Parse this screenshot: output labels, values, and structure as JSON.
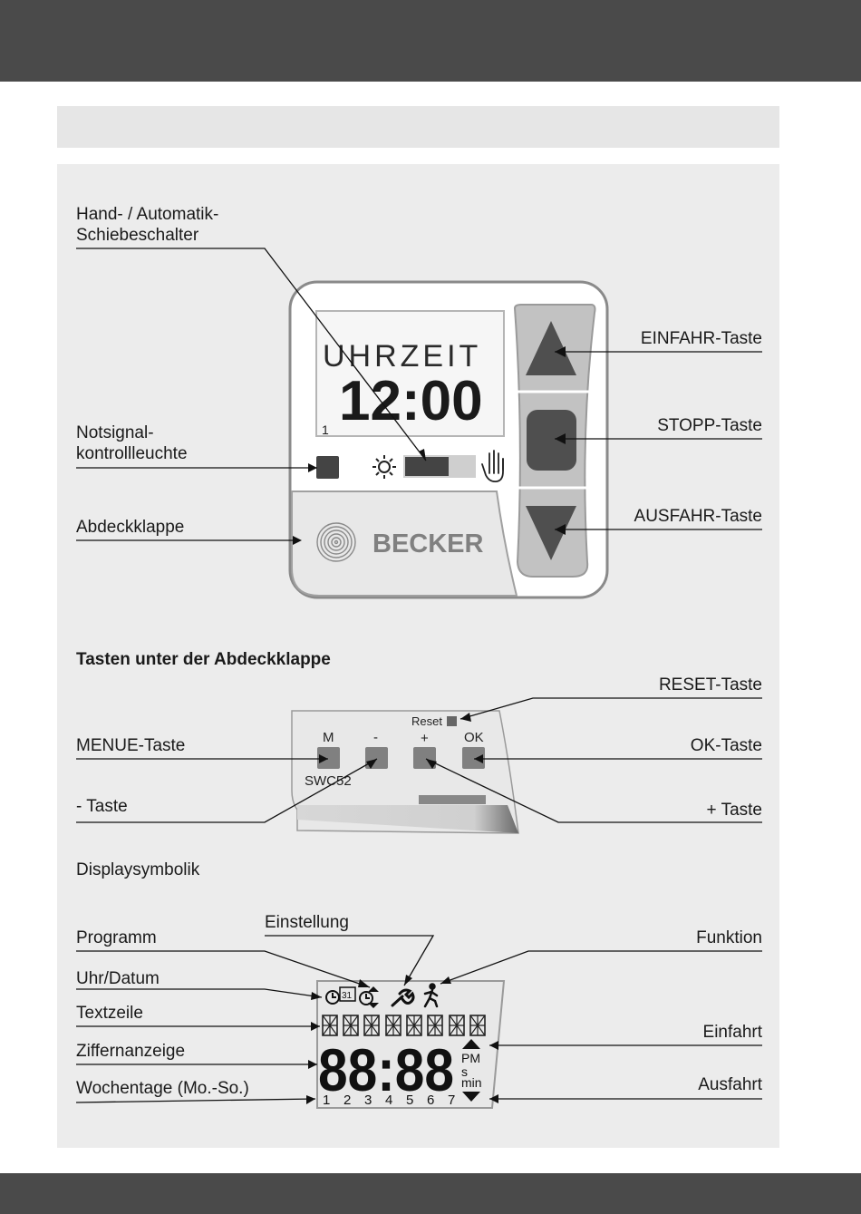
{
  "labels": {
    "hand_auto": "Hand- / Automatik-\nSchiebeschalter",
    "notsignal": "Notsignal-\nkontrollleuchte",
    "abdeckklappe": "Abdeckklappe",
    "einfahr_taste": "EINFAHR-Taste",
    "stopp_taste": "STOPP-Taste",
    "ausfahr_taste": "AUSFAHR-Taste",
    "section_title": "Tasten unter der Abdeckklappe",
    "reset_taste": "RESET-Taste",
    "menue_taste": "MENUE-Taste",
    "ok_taste": "OK-Taste",
    "minus_taste": "- Taste",
    "plus_taste": "+ Taste",
    "displaysymbolik": "Displaysymbolik",
    "einstellung": "Einstellung",
    "programm": "Programm",
    "funktion": "Funktion",
    "uhr_datum": "Uhr/Datum",
    "textzeile": "Textzeile",
    "einfahrt": "Einfahrt",
    "ziffernanzeige": "Ziffernanzeige",
    "ausfahrt": "Ausfahrt",
    "wochentage": "Wochentage (Mo.-So.)"
  },
  "device": {
    "display_text": "UHRZEIT",
    "display_time": "12:00",
    "display_index": "1",
    "brand": "BECKER"
  },
  "keypad": {
    "reset": "Reset",
    "m": "M",
    "minus": "-",
    "plus": "+",
    "ok": "OK",
    "model": "SWC52"
  },
  "symbol_display": {
    "calendar_day": "31",
    "digits": "88:88",
    "pm": "PM",
    "s": "s",
    "min": "min",
    "weekdays": [
      "1",
      "2",
      "3",
      "4",
      "5",
      "6",
      "7"
    ]
  },
  "colors": {
    "bar": "#4a4a4a",
    "panel": "#ececec",
    "device_button": "#4f4f4f"
  }
}
